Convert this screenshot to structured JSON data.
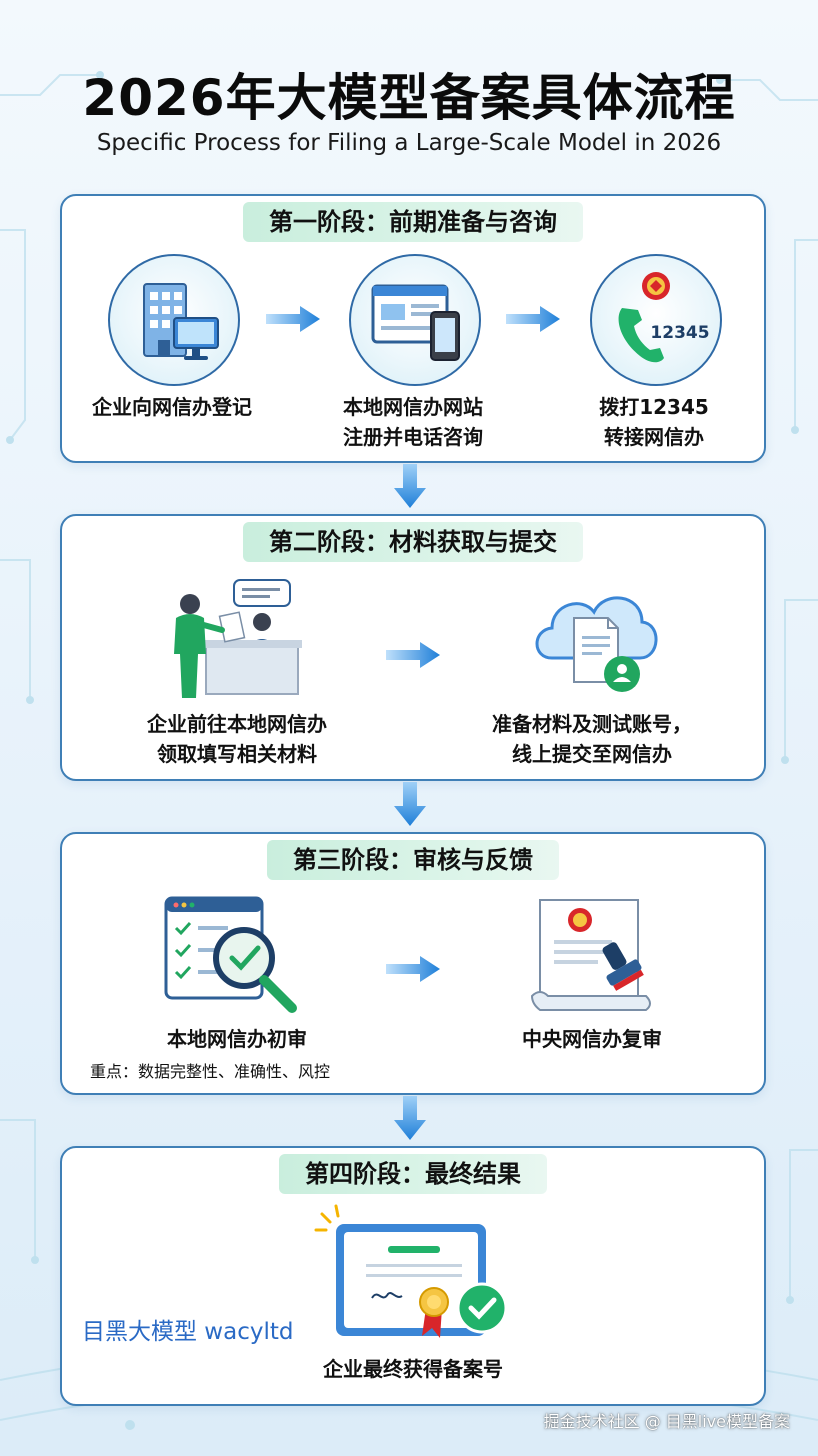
{
  "header": {
    "title": "2026年大模型备案具体流程",
    "subtitle": "Specific Process for Filing a Large-Scale Model in 2026"
  },
  "stages": [
    {
      "heading": "第一阶段：前期准备与咨询",
      "steps": [
        {
          "icon": "office-building-icon",
          "lines": [
            "企业向网信办登记"
          ]
        },
        {
          "icon": "website-devices-icon",
          "lines": [
            "本地网信办网站",
            "注册并电话咨询"
          ]
        },
        {
          "icon": "phone-hotline-icon",
          "badge": "12345",
          "lines": [
            "拨打12345",
            "转接网信办"
          ]
        }
      ]
    },
    {
      "heading": "第二阶段：材料获取与提交",
      "steps": [
        {
          "icon": "office-counter-icon",
          "lines": [
            "企业前往本地网信办",
            "领取填写相关材料"
          ]
        },
        {
          "icon": "cloud-upload-document-icon",
          "lines": [
            "准备材料及测试账号，",
            "线上提交至网信办"
          ]
        }
      ]
    },
    {
      "heading": "第三阶段：审核与反馈",
      "steps": [
        {
          "icon": "checklist-magnifier-icon",
          "lines": [
            "本地网信办初审"
          ],
          "note": "重点：数据完整性、准确性、风控"
        },
        {
          "icon": "official-document-stamp-icon",
          "lines": [
            "中央网信办复审"
          ]
        }
      ]
    },
    {
      "heading": "第四阶段：最终结果",
      "steps": [
        {
          "icon": "certificate-approved-icon",
          "lines": [
            "企业最终获得备案号"
          ]
        }
      ]
    }
  ],
  "watermarks": {
    "brand": "目黑大模型 wacyltd",
    "footer": "掘金技术社区 @ 目黑live模型备案"
  },
  "colors": {
    "frame_border": "#3f7fb6",
    "arrow_blue": "#1f7fd8",
    "stage_heading_bg": "#c9eedd",
    "accent_green": "#21b26a",
    "emblem_red": "#d8262a"
  }
}
